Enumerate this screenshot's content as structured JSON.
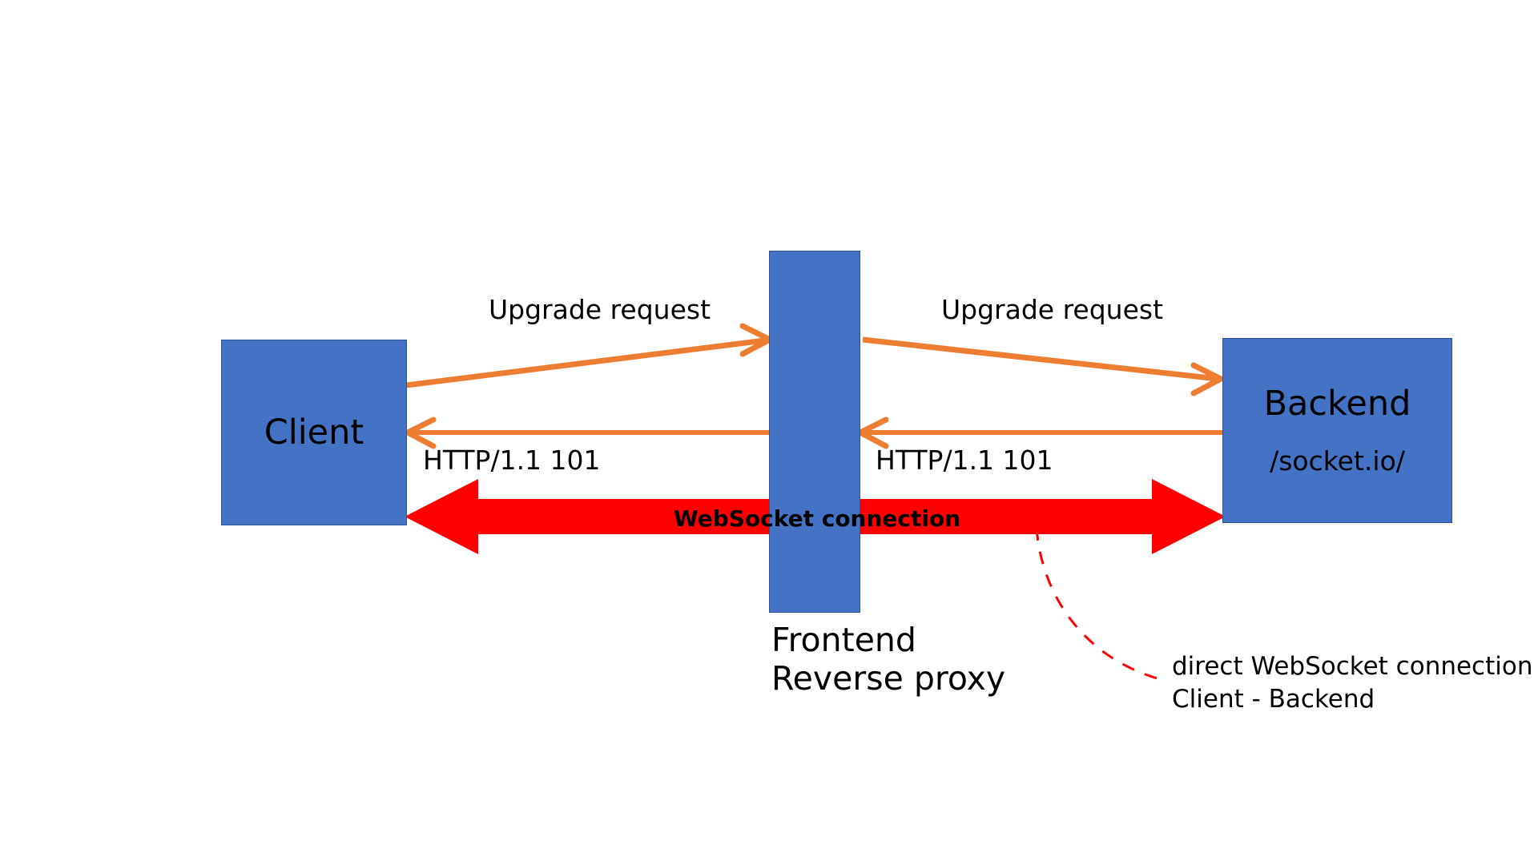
{
  "diagram": {
    "title": "WebSocket upgrade through a frontend reverse proxy",
    "background_color": "#FFFFFF",
    "node_fill_color": "#4472C4",
    "node_border_color": "#2F528F",
    "upgrade_arrow_color": "#ED7D31",
    "websocket_arrow_color": "#FF0000",
    "annotation_line_color": "#FF0000",
    "text_color": "#000000"
  },
  "nodes": {
    "client": {
      "label": "Client",
      "sublabel": ""
    },
    "proxy": {
      "label": "",
      "caption_line1": "Frontend",
      "caption_line2": "Reverse proxy"
    },
    "backend": {
      "label": "Backend",
      "sublabel": "/socket.io/"
    }
  },
  "edges": {
    "upgrade_left": {
      "label": "Upgrade request",
      "direction": "client-to-proxy",
      "color": "#ED7D31"
    },
    "upgrade_right": {
      "label": "Upgrade request",
      "direction": "proxy-to-backend",
      "color": "#ED7D31"
    },
    "response_left": {
      "label": "HTTP/1.1 101",
      "direction": "proxy-to-client",
      "color": "#ED7D31"
    },
    "response_right": {
      "label": "HTTP/1.1 101",
      "direction": "backend-to-proxy",
      "color": "#ED7D31"
    },
    "websocket": {
      "label": "WebSocket connection",
      "direction": "bidirectional",
      "color": "#FF0000"
    }
  },
  "annotation": {
    "line1": "direct WebSocket connection",
    "line2": "Client - Backend",
    "connector_style": "dashed-curve",
    "connector_color": "#FF0000"
  }
}
